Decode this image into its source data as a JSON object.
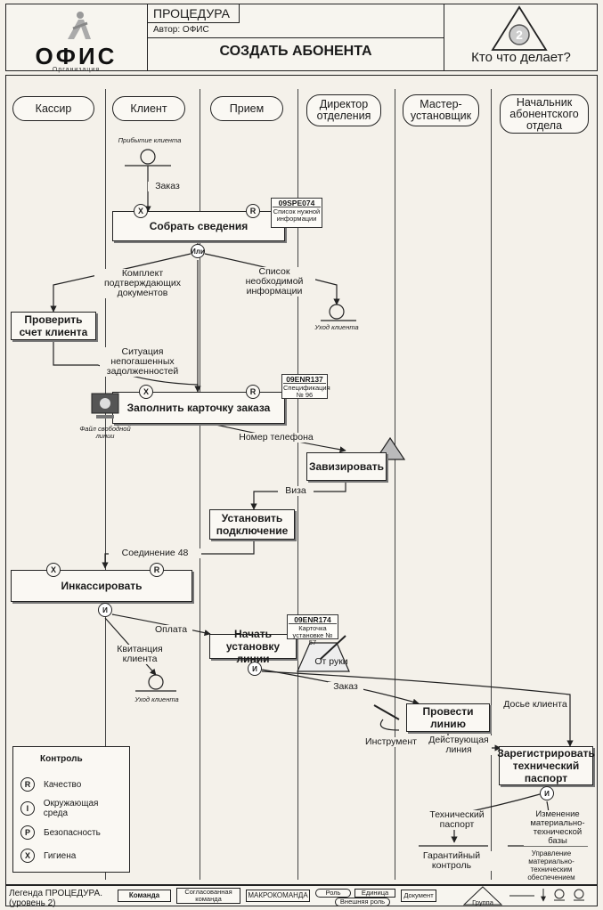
{
  "header": {
    "logo": "ОФИС",
    "logo_sub": "Организация",
    "procedure_label": "ПРОЦЕДУРА",
    "author": "Автор: ОФИС",
    "title": "СОЗДАТЬ АБОНЕНТА",
    "who_label": "Кто что делает?",
    "level_number": "2"
  },
  "lanes": [
    {
      "label": "Кассир"
    },
    {
      "label": "Клиент"
    },
    {
      "label": "Прием"
    },
    {
      "label": "Директор отделения"
    },
    {
      "label": "Мастер-установщик"
    },
    {
      "label": "Начальник абонентского отдела"
    }
  ],
  "commands": {
    "collect": "Собрать сведения",
    "check_account": "Проверить счет клиента",
    "fill_card": "Заполнить карточку заказа",
    "approve": "Завизировать",
    "install": "Установить подключение",
    "collect_cash": "Инкассировать",
    "start_install": "Начать установку линии",
    "lay_line": "Провести линию",
    "register": "Зарегистрировать технический паспорт"
  },
  "controls": {
    "x": "X",
    "r": "R"
  },
  "junctions": {
    "or": "Или",
    "and": "И"
  },
  "documents": {
    "d1_code": "09SPE074",
    "d1_text": "Список нужной информации",
    "d2_code": "09ENR137",
    "d2_text": "Спецификация № 96",
    "d3_code": "09ENR174",
    "d3_text": "Карточка установке № 57"
  },
  "flows": {
    "arrival": "Прибытие клиента",
    "order": "Заказ",
    "docs": "Комплект подтверждающих документов",
    "info_list": "Список необходимой информации",
    "client_leaves": "Уход клиента",
    "debts": "Ситуация непогашенных задолженностей",
    "free_line": "Файл свободной линии",
    "phone": "Номер телефона",
    "visa": "Виза",
    "connection": "Соединение 48",
    "payment": "Оплата",
    "receipt": "Квитанция клиента",
    "client_leaves2": "Уход клиента",
    "handmade": "От руки",
    "order2": "Заказ",
    "dossier": "Досье клиента",
    "tool": "Инструмент",
    "active_line": "Действующая линия",
    "tech_passport": "Технический паспорт",
    "warranty": "Гарантийный контроль",
    "base_change": "Изменение материально-технической базы",
    "base_mgmt": "Управление материально-техническим обеспечением"
  },
  "legend": {
    "title": "Контроль",
    "items": [
      {
        "symbol": "R",
        "label": "Качество"
      },
      {
        "symbol": "I",
        "label": "Окружающая среда"
      },
      {
        "symbol": "P",
        "label": "Безопасность"
      },
      {
        "symbol": "X",
        "label": "Гигиена"
      }
    ]
  },
  "bottom_legend": {
    "title": "Легенда ПРОЦЕДУРА. (уровень 2)",
    "command": "Команда",
    "agreed": "Согласованная команда",
    "macro": "МАКРОКОМАНДА",
    "role": "Роль",
    "unit": "Единица",
    "ext_role": "Внешняя роль",
    "document": "Документ",
    "group": "Группа"
  }
}
